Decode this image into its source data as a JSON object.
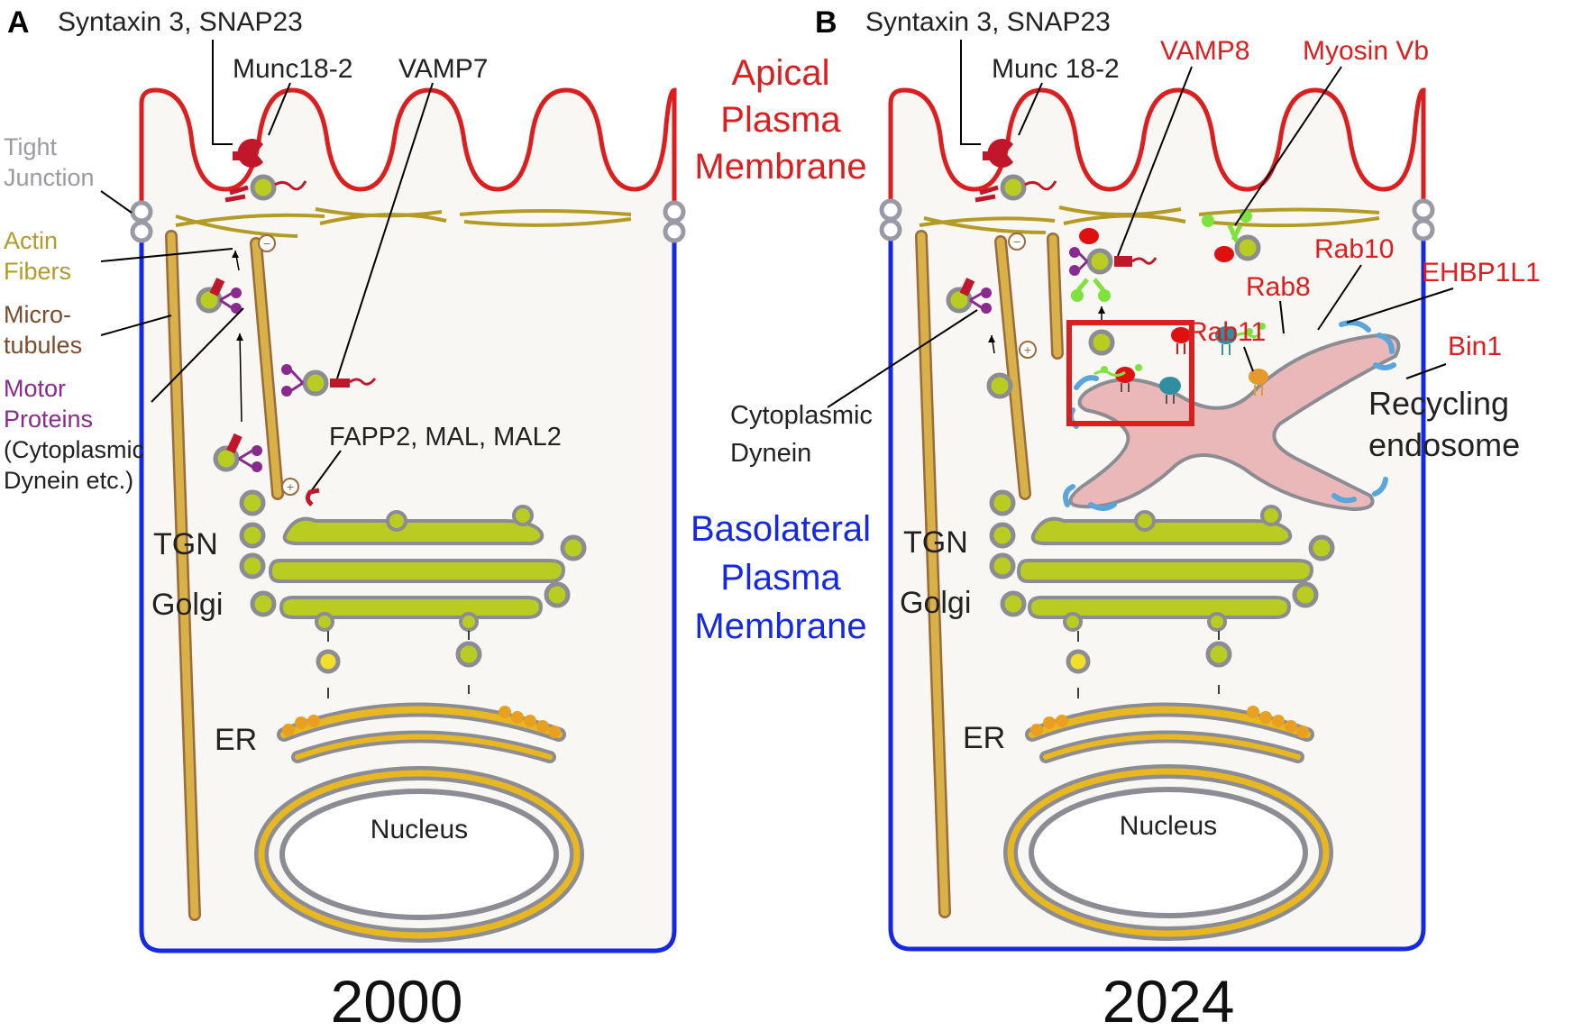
{
  "colors": {
    "apical": "#dc1e1e",
    "basolateral": "#1428e6",
    "junction": "#9a9aa6",
    "actin": "#b39b25",
    "microtubule": "#9c6b3c",
    "motor": "#8a2a8f",
    "label_red": "#dc1e1e",
    "vesicle_fill": "#b8cc22",
    "vesicle_ring": "#8c8c94",
    "er_yellow": "#e9b820",
    "endosome_pink": "#eab8b8",
    "bin1_blue": "#5aa6dc"
  },
  "panel_a": {
    "letter": "A",
    "year": "2000",
    "labels": {
      "syntaxin": "Syntaxin 3, SNAP23",
      "munc": "Munc18-2",
      "vamp": "VAMP7",
      "tight_1": "Tight",
      "tight_2": "Junction",
      "actin_1": "Actin",
      "actin_2": "Fibers",
      "micro_1": "Micro-",
      "micro_2": "tubules",
      "motor_1": "Motor",
      "motor_2": "Proteins",
      "motor_3": "(Cytoplasmic",
      "motor_4": "Dynein etc.)",
      "fapp": "FAPP2, MAL, MAL2",
      "tgn": "TGN",
      "golgi": "Golgi",
      "er": "ER",
      "nucleus": "Nucleus"
    }
  },
  "center": {
    "apical_1": "Apical",
    "apical_2": "Plasma",
    "apical_3": "Membrane",
    "baso_1": "Basolateral",
    "baso_2": "Plasma",
    "baso_3": "Membrane"
  },
  "panel_b": {
    "letter": "B",
    "year": "2024",
    "labels": {
      "syntaxin": "Syntaxin 3, SNAP23",
      "munc": "Munc 18-2",
      "vamp": "VAMP8",
      "myosin": "Myosin Vb",
      "rab10": "Rab10",
      "rab8": "Rab8",
      "rab11": "Rab11",
      "ehbp": "EHBP1L1",
      "bin1": "Bin1",
      "recycling_1": "Recycling",
      "recycling_2": "endosome",
      "dynein_1": "Cytoplasmic",
      "dynein_2": "Dynein",
      "tgn": "TGN",
      "golgi": "Golgi",
      "er": "ER",
      "nucleus": "Nucleus"
    }
  }
}
